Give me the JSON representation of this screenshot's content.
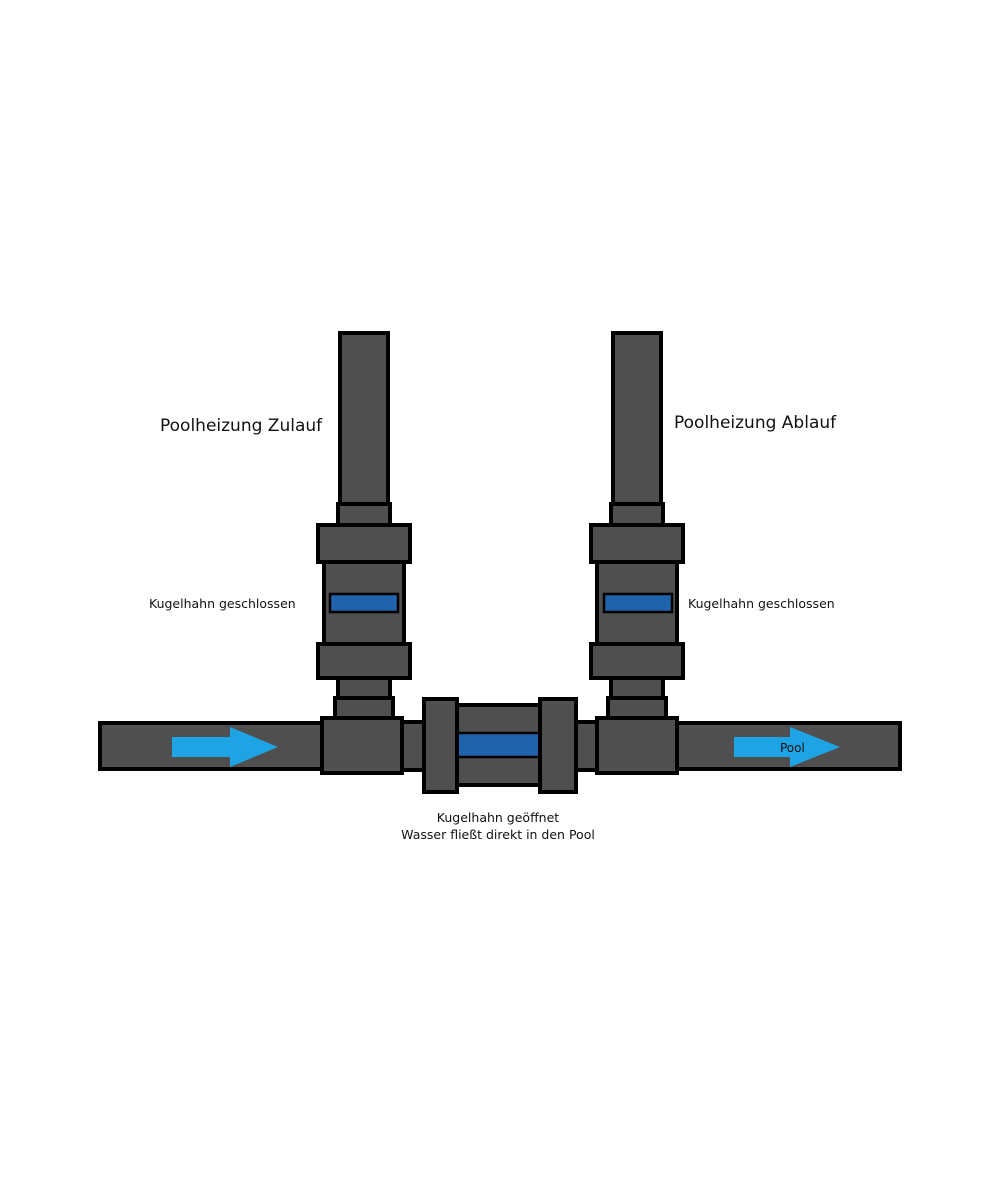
{
  "labels": {
    "inlet": "Poolheizung Zulauf",
    "outlet": "Poolheizung Ablauf",
    "valve_left": "Kugelhahn geschlossen",
    "valve_right": "Kugelhahn geschlossen",
    "valve_middle_line1": "Kugelhahn geöffnet",
    "valve_middle_line2": "Wasser fließt direkt in den Pool",
    "pool_arrow": "Pool"
  },
  "colors": {
    "pipe": "#4f4f4f",
    "valve_handle": "#1f63ad",
    "flow_arrow": "#1ea3e4"
  }
}
